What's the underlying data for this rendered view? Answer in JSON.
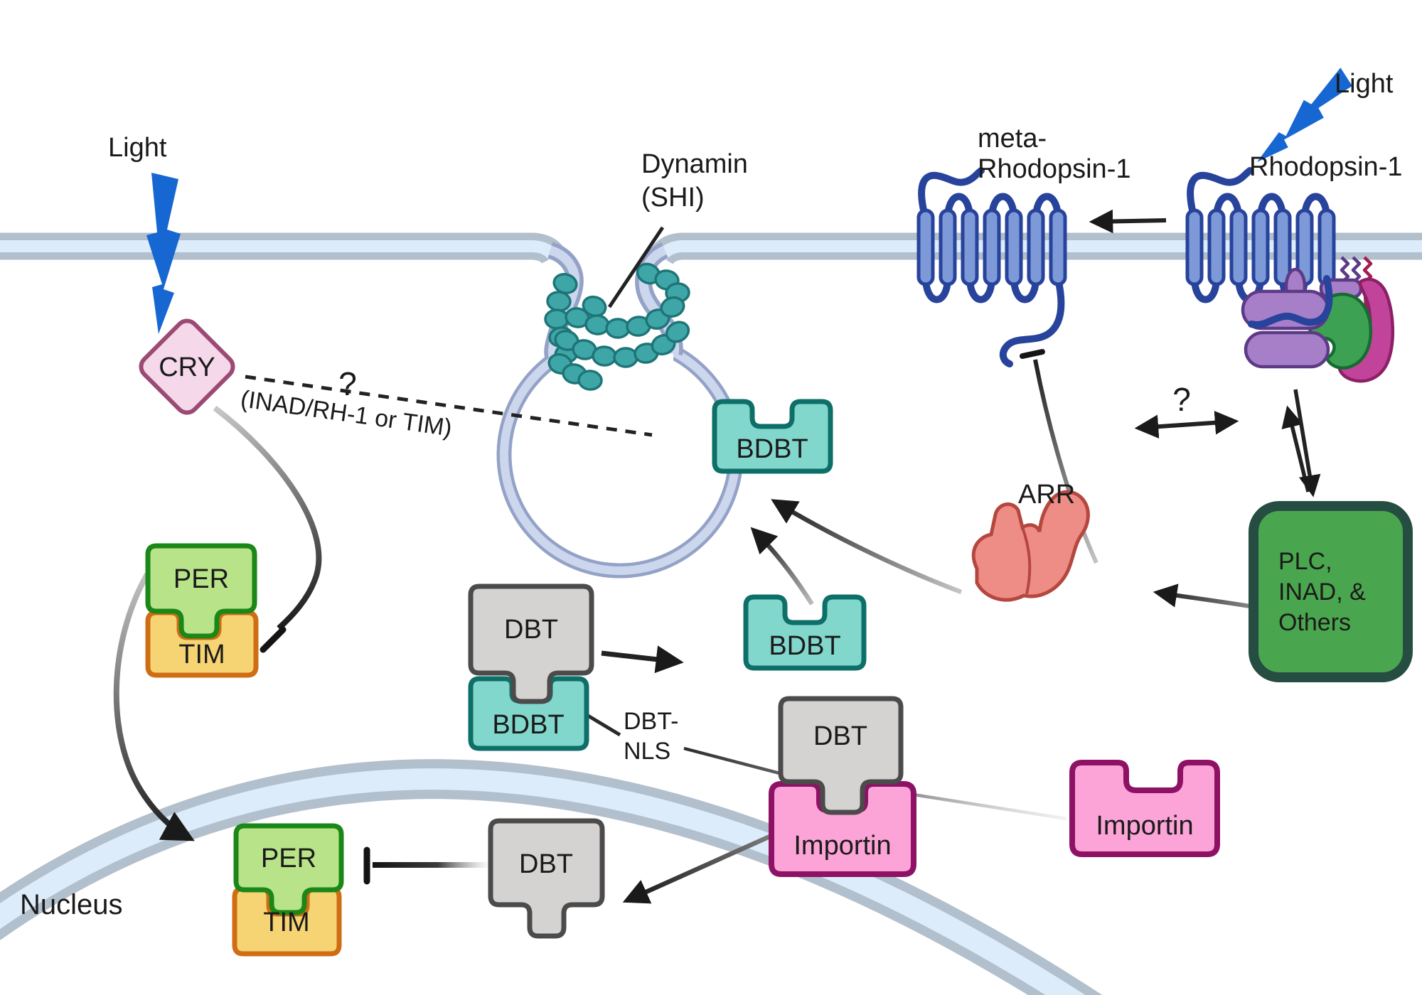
{
  "labels": {
    "light_left": "Light",
    "light_right": "Light",
    "cry": "CRY",
    "question_cry": "?",
    "cry_note": "(INAD/RH-1 or TIM)",
    "dynamin": {
      "line1": "Dynamin",
      "line2": "(SHI)"
    },
    "bdbt_vesicle": "BDBT",
    "bdbt_free": "BDBT",
    "dbt_cyto": "DBT",
    "bdbt_cyto": "BDBT",
    "dbt_nls": {
      "line1": "DBT-",
      "line2": "NLS"
    },
    "per_cyto": "PER",
    "tim_cyto": "TIM",
    "meta_rhodopsin": {
      "line1": "meta-",
      "line2": "Rhodopsin-1"
    },
    "rhodopsin": "Rhodopsin-1",
    "question_rhodopsin": "?",
    "arr": "ARR",
    "plc": {
      "line1": "PLC,",
      "line2": "INAD, &",
      "line3": "Others"
    },
    "dbt_importin": "DBT",
    "importin_complex": "Importin",
    "importin_free": "Importin",
    "dbt_nucleus": "DBT",
    "per_nucleus": "PER",
    "tim_nucleus": "TIM",
    "nucleus": "Nucleus"
  },
  "colors": {
    "accent_bolt": "#1767d2",
    "membrane_edge": "#b2bfcc",
    "membrane_fill": "#ddecfa",
    "vesicle_edge": "#93a2c6",
    "vesicle_fill": "#ccd7ee",
    "dynamin_fill": "#3fa6a7",
    "dynamin_edge": "#1e7577",
    "bdbt_fill": "#82d7cd",
    "bdbt_edge": "#0e6f68",
    "dbt_fill": "#d5d2d2",
    "dbt_edge": "#4b4b4b",
    "per_fill": "#b8e388",
    "per_edge": "#1b8718",
    "tim_fill": "#f6d474",
    "tim_edge": "#cf6d14",
    "cry_fill": "#f5d8ea",
    "cry_edge": "#9c4a73",
    "importin_fill": "#fca3d7",
    "importin_edge": "#8d1164",
    "plc_fill": "#4aa64e",
    "plc_edge": "#254d42",
    "arr_fill": "#ee8c86",
    "arr_edge": "#b5473f",
    "helix_fill": "#7e99d8",
    "helix_edge": "#27439b",
    "purple_fill": "#a77fc9",
    "purple_edge": "#5d3a86",
    "green_fill": "#3da153",
    "green_edge": "#166b31",
    "magenta_fill": "#c2449a",
    "magenta_edge": "#8c2066",
    "crimson_anchor": "#a31d4e",
    "arrow": "#222222",
    "text": "#1a1a1a"
  }
}
